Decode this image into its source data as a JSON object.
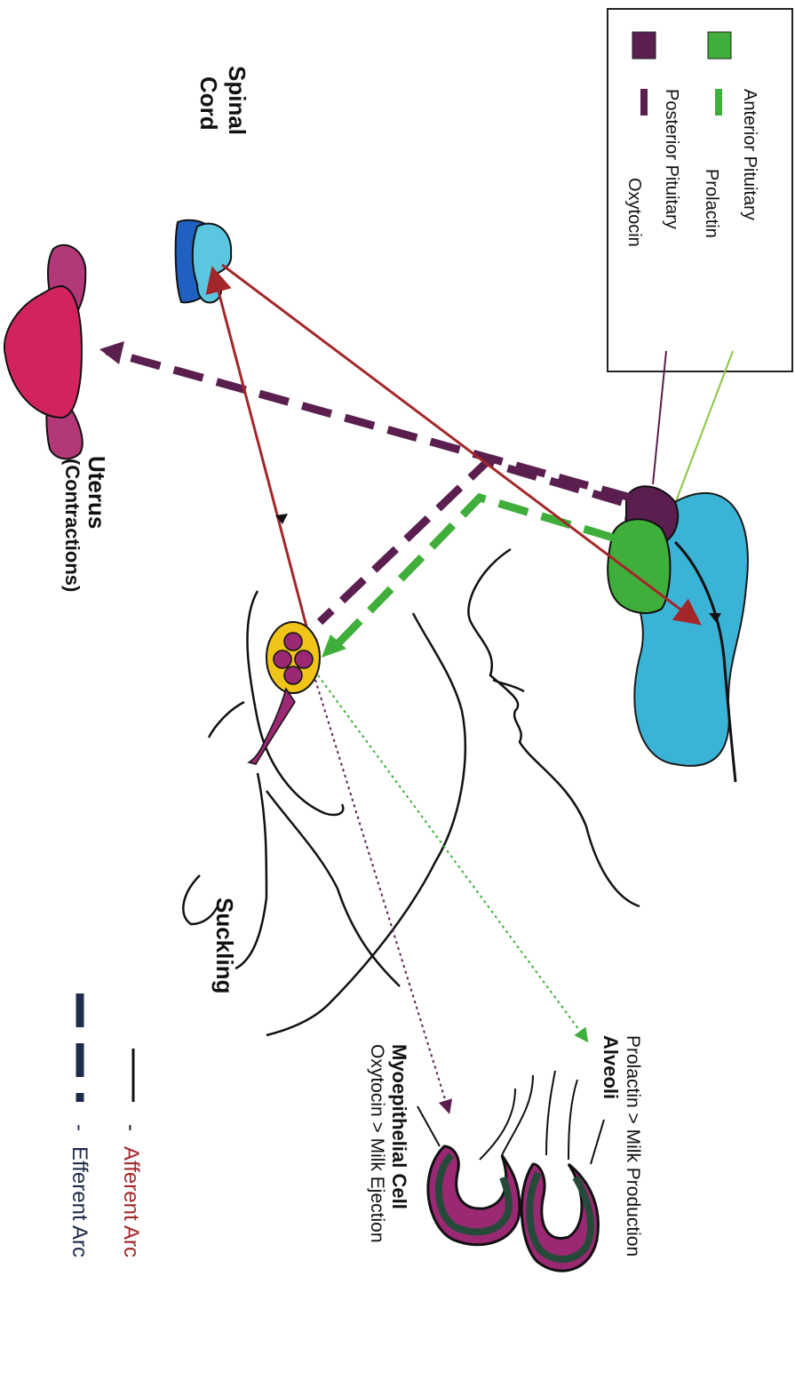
{
  "legend_box": {
    "items": [
      {
        "label": "Anterior Pituitary",
        "color": "#3fae3a"
      },
      {
        "label": "Prolactin",
        "color": "#3fae3a"
      },
      {
        "label": "Posterior Pituitary",
        "color": "#5a1f4e"
      },
      {
        "label": "Oxytocin",
        "color": "#5a1f4e"
      }
    ]
  },
  "labels": {
    "spinal_cord_1": "Spinal",
    "spinal_cord_2": "Cord",
    "uterus": "Uterus",
    "contractions": "(Contractions)",
    "suckling": "Suckling",
    "prolactin_effect": "Prolactin > Milk Production",
    "alveoli": "Alveoli",
    "myoepithelial": "Myoepithelial Cell",
    "oxytocin_effect": "Oxytocin > Milk Ejection"
  },
  "arc_legend": {
    "afferent_dash": "-",
    "afferent": "Afferent Arc",
    "efferent_dash": "-",
    "efferent": "Efferent Arc",
    "afferent_color": "#a3272a",
    "efferent_color": "#1f2b4a"
  },
  "colors": {
    "anterior": "#3fae3a",
    "posterior": "#5a1f4e",
    "brain": "#3bb3d6",
    "afferent": "#a3272a",
    "uterus": "#d3235f",
    "uterus_dark": "#b23878",
    "alveolus_outer": "#9b2872",
    "alveolus_inner": "#264a3a"
  }
}
